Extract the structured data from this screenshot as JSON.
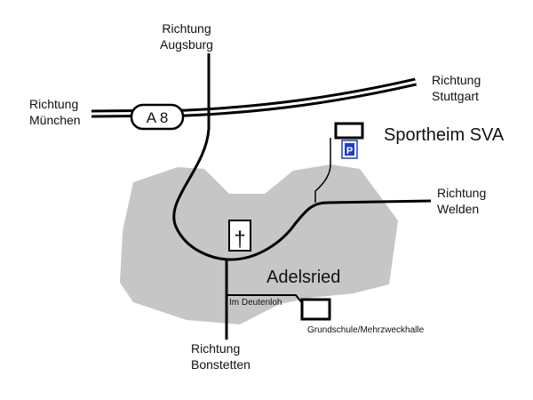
{
  "map": {
    "colors": {
      "area": "#c6c6c6",
      "road": "#000000",
      "parking_sign": "#1f3fbf",
      "background": "#ffffff"
    },
    "labels": {
      "augsburg_line1": "Richtung",
      "augsburg_line2": "Augsburg",
      "stuttgart_line1": "Richtung",
      "stuttgart_line2": "Stuttgart",
      "muenchen_line1": "Richtung",
      "muenchen_line2": "München",
      "welden_line1": "Richtung",
      "welden_line2": "Welden",
      "bonstetten_line1": "Richtung",
      "bonstetten_line2": "Bonstetten",
      "sportheim": "Sportheim SVA",
      "town": "Adelsried",
      "street": "Im Deutenloh",
      "school": "Grundschule/Mehrzweckhalle"
    },
    "motorway_sign": "A 8",
    "parking_symbol": "P",
    "church_symbol": "†",
    "icons": [
      "motorway-sign-icon",
      "parking-icon",
      "church-icon",
      "sportheim-building-icon",
      "school-building-icon"
    ]
  }
}
